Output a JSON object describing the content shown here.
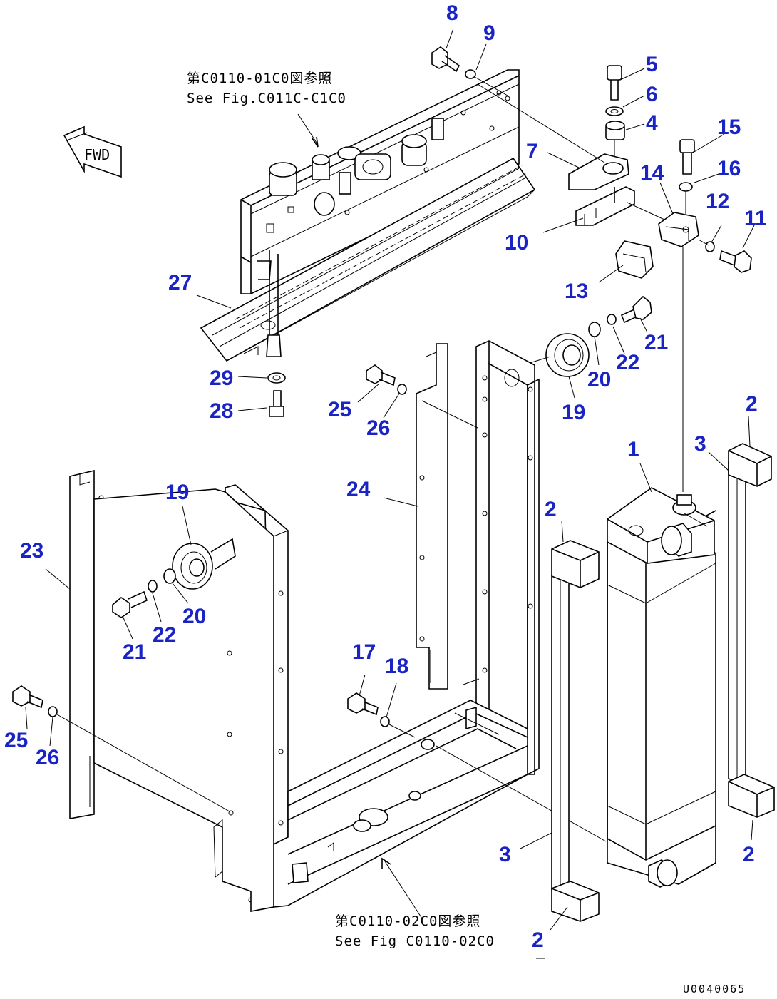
{
  "diagram": {
    "fwd_label": "FWD",
    "drawing_code": "U0040065",
    "references": {
      "top_jp": "第C0110-01C0図参照",
      "top_en": "See Fig.C011C-C1C0",
      "bottom_jp": "第C0110-02C0図参照",
      "bottom_en": "See Fig C0110-02C0"
    },
    "callouts": [
      "1",
      "2",
      "2",
      "2",
      "2",
      "3",
      "3",
      "4",
      "5",
      "6",
      "7",
      "8",
      "9",
      "10",
      "11",
      "12",
      "13",
      "14",
      "15",
      "16",
      "17",
      "18",
      "19",
      "19",
      "20",
      "20",
      "21",
      "21",
      "22",
      "22",
      "23",
      "24",
      "25",
      "25",
      "26",
      "26",
      "27",
      "28",
      "29"
    ]
  },
  "colors": {
    "callout": "#1a23c4",
    "line": "#000000",
    "background": "#ffffff"
  }
}
